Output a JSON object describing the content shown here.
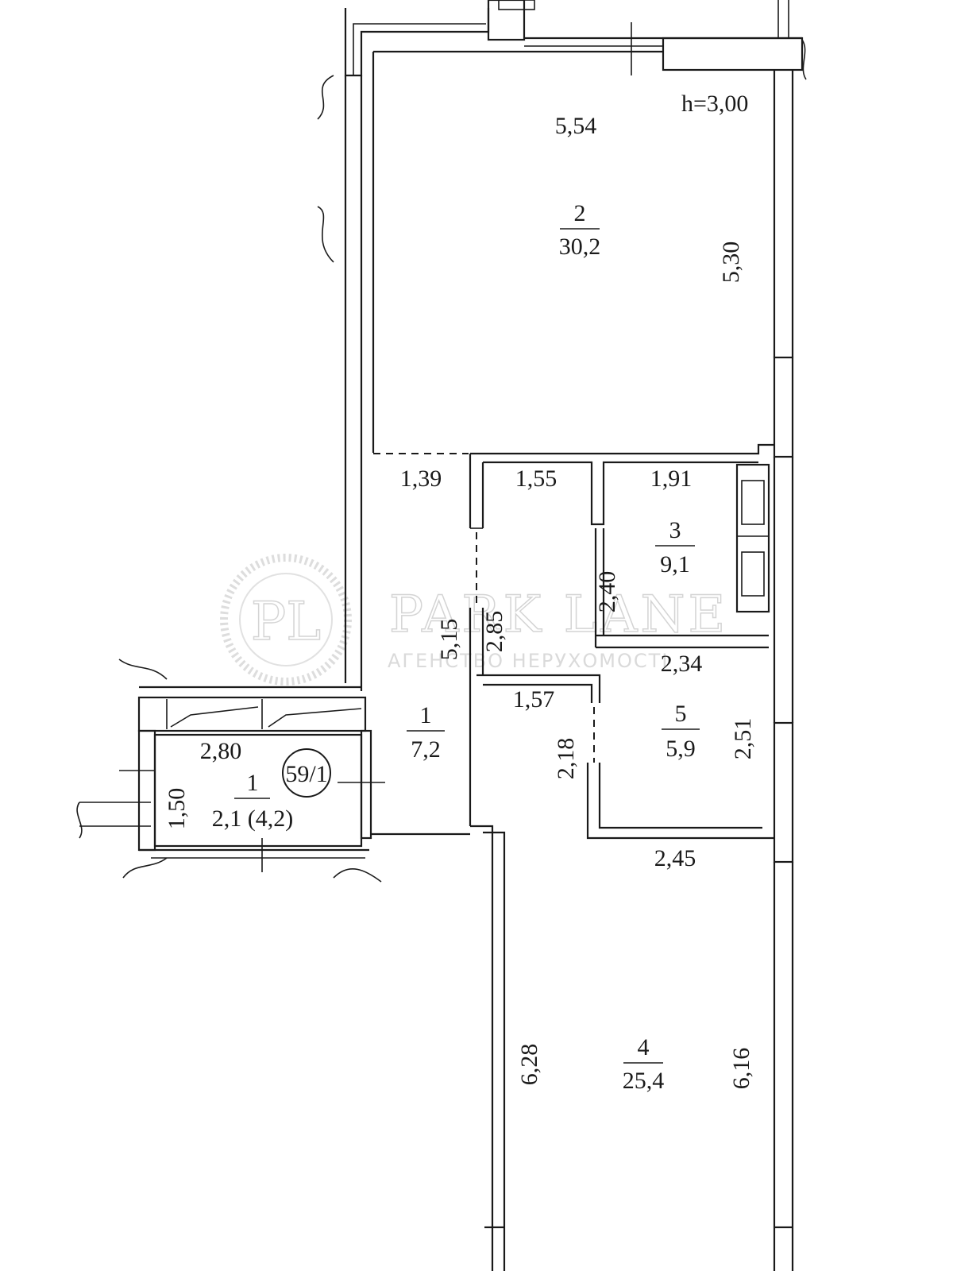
{
  "plan": {
    "ceiling_height": "h=3,00",
    "unit_label": "59/1",
    "rooms": [
      {
        "number": "1",
        "area": "7,2"
      },
      {
        "number": "2",
        "area": "30,2"
      },
      {
        "number": "3",
        "area": "9,1"
      },
      {
        "number": "4",
        "area": "25,4"
      },
      {
        "number": "5",
        "area": "5,9"
      },
      {
        "number": "1",
        "area": "2,1 (4,2)"
      }
    ],
    "dimensions": [
      "5,54",
      "5,30",
      "1,39",
      "1,55",
      "1,91",
      "2,40",
      "2,85",
      "5,15",
      "2,34",
      "1,57",
      "2,18",
      "2,51",
      "2,45",
      "2,80",
      "1,50",
      "6,28",
      "6,16"
    ]
  },
  "watermark": {
    "monogram": "PL",
    "brand": "PARK LANE",
    "subtitle": "АГЕНСТВО НЕРУХОМОСТІ"
  }
}
